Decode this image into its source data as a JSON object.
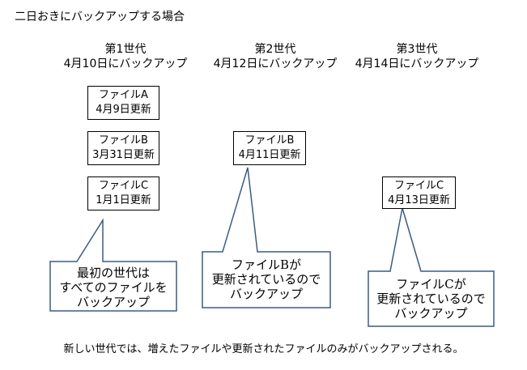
{
  "title": "二日おきにバックアップする場合",
  "generations": [
    {
      "name": "第1世代",
      "date": "4月10日にバックアップ",
      "files": [
        {
          "name": "ファイルA",
          "updated": "4月9日更新"
        },
        {
          "name": "ファイルB",
          "updated": "3月31日更新"
        },
        {
          "name": "ファイルC",
          "updated": "1月1日更新"
        }
      ],
      "callout": [
        "最初の世代は",
        "すべてのファイルを",
        "バックアップ"
      ]
    },
    {
      "name": "第2世代",
      "date": "4月12日にバックアップ",
      "files": [
        {
          "name": "ファイルB",
          "updated": "4月11日更新"
        }
      ],
      "callout": [
        "ファイルBが",
        "更新されているので",
        "バックアップ"
      ]
    },
    {
      "name": "第3世代",
      "date": "4月14日にバックアップ",
      "files": [
        {
          "name": "ファイルC",
          "updated": "4月13日更新"
        }
      ],
      "callout": [
        "ファイルCが",
        "更新されているので",
        "バックアップ"
      ]
    }
  ],
  "footer": "新しい世代では、増えたファイルや更新されたファイルのみがバックアップされる。"
}
